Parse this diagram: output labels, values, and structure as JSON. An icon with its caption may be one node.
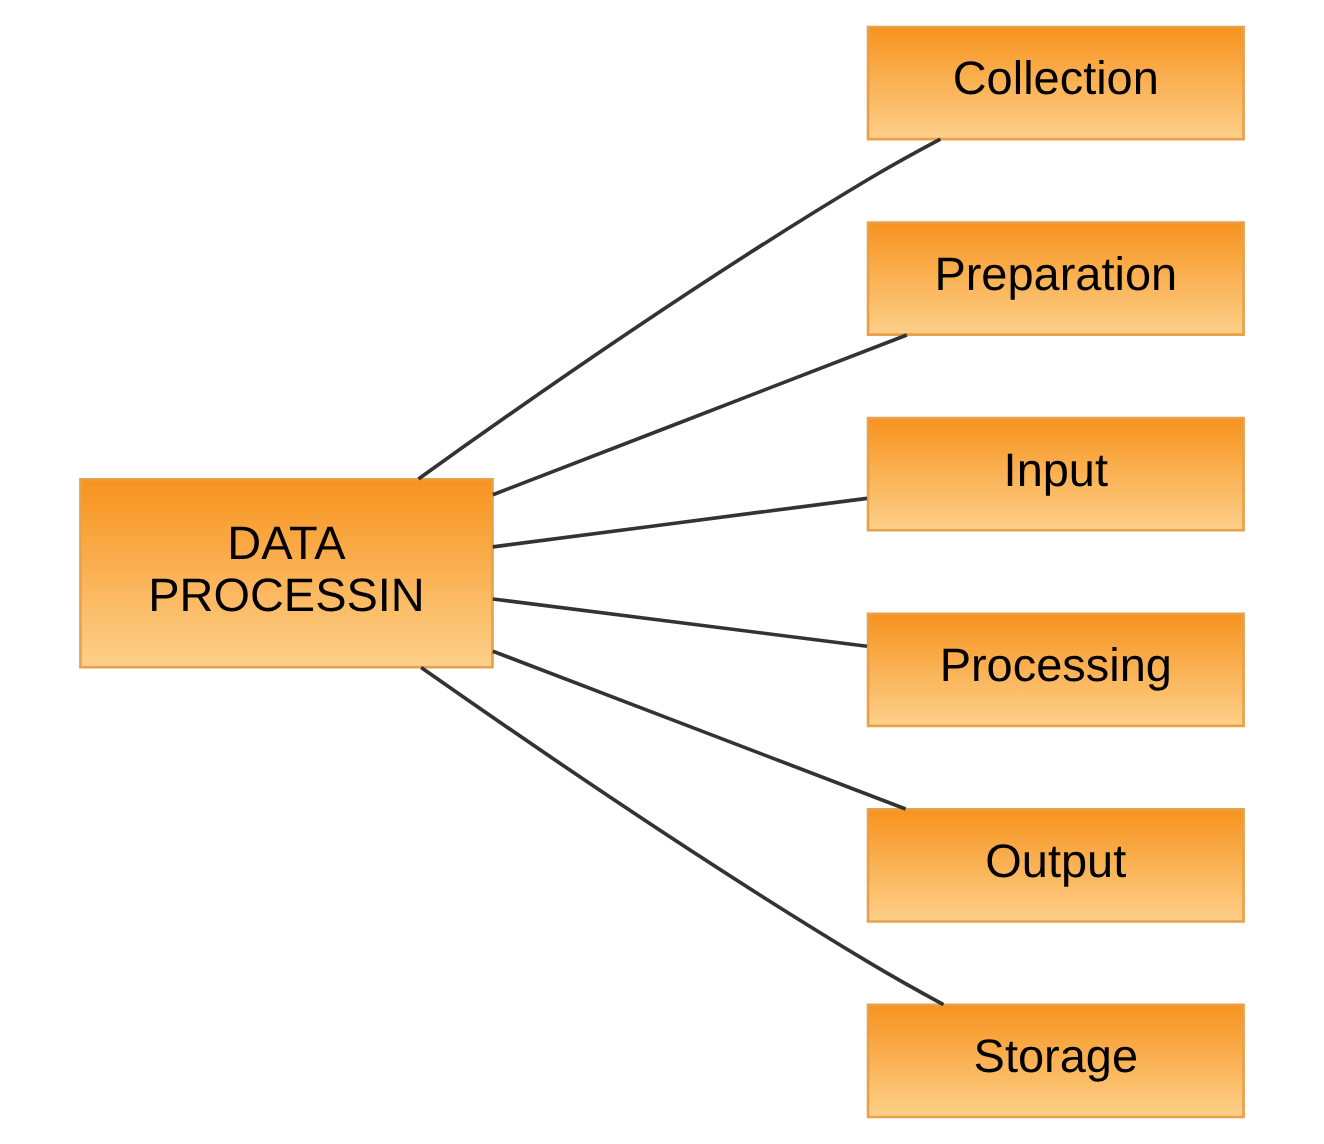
{
  "diagram": {
    "nodes": [
      {
        "text": [
          "DATA PROCESSIN"
        ]
      },
      {
        "text": [
          "Collection"
        ]
      },
      {
        "text": [
          "Preparation"
        ]
      },
      {
        "text": [
          "Input"
        ]
      },
      {
        "text": [
          "Processing"
        ]
      },
      {
        "text": [
          "Output"
        ]
      },
      {
        "text": [
          "Storage"
        ]
      }
    ],
    "edges": [
      {
        "from": 0,
        "to": 1,
        "arrow": "none"
      },
      {
        "from": 0,
        "to": 2,
        "arrow": "none"
      },
      {
        "from": 0,
        "to": 3,
        "arrow": "none"
      },
      {
        "from": 0,
        "to": 4,
        "arrow": "none"
      },
      {
        "from": 0,
        "to": 5,
        "arrow": "none"
      },
      {
        "from": 0,
        "to": 6,
        "arrow": "none"
      }
    ]
  }
}
